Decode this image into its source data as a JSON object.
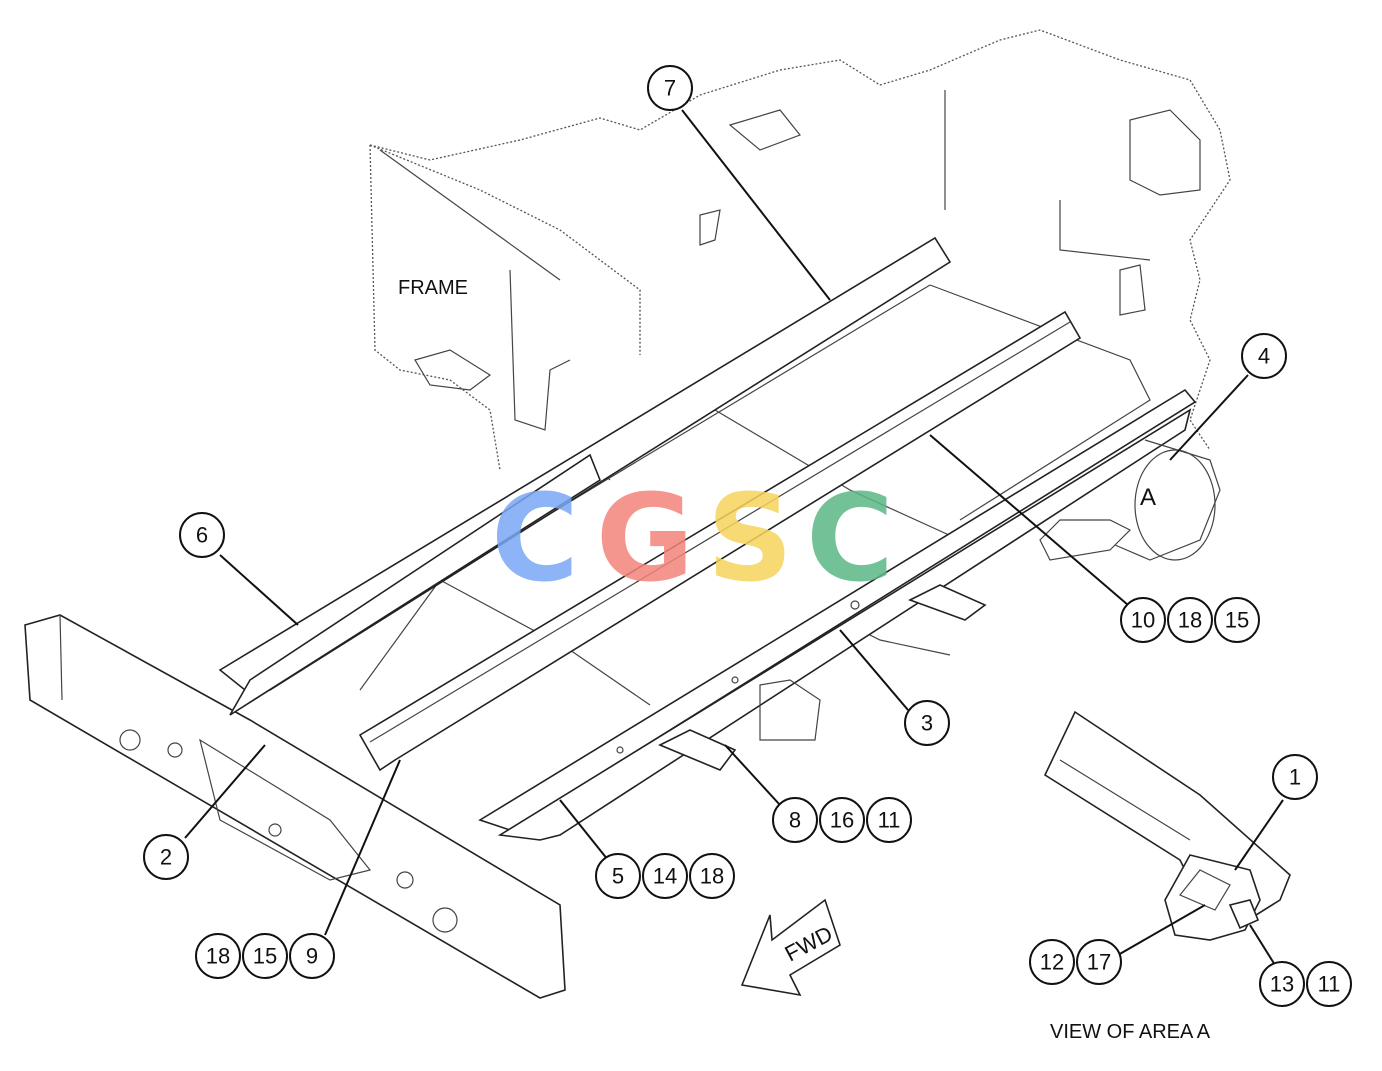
{
  "diagram": {
    "frame_label": "FRAME",
    "view_label": "VIEW OF AREA A",
    "area_marker": "A",
    "fwd_label": "FWD",
    "watermark": "CGSC",
    "watermark_colors": [
      "#7aa7f5",
      "#f4847b",
      "#f7d45c",
      "#5bb886"
    ],
    "callouts": [
      {
        "id": "c7",
        "numbers": [
          "7"
        ]
      },
      {
        "id": "c4",
        "numbers": [
          "4"
        ]
      },
      {
        "id": "c6",
        "numbers": [
          "6"
        ]
      },
      {
        "id": "c10",
        "numbers": [
          "10",
          "18",
          "15"
        ]
      },
      {
        "id": "c3",
        "numbers": [
          "3"
        ]
      },
      {
        "id": "c1",
        "numbers": [
          "1"
        ]
      },
      {
        "id": "c8",
        "numbers": [
          "8",
          "16",
          "11"
        ]
      },
      {
        "id": "c2",
        "numbers": [
          "2"
        ]
      },
      {
        "id": "c5",
        "numbers": [
          "5",
          "14",
          "18"
        ]
      },
      {
        "id": "c9",
        "numbers": [
          "18",
          "15",
          "9"
        ]
      },
      {
        "id": "c12",
        "numbers": [
          "12",
          "17"
        ]
      },
      {
        "id": "c13",
        "numbers": [
          "13",
          "11"
        ]
      }
    ]
  }
}
